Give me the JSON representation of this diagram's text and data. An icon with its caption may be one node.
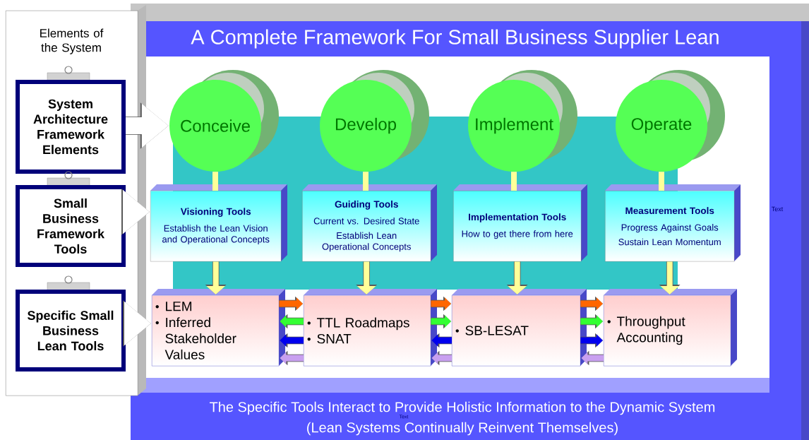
{
  "diagram": {
    "title": "A Complete Framework For Small Business Supplier Lean",
    "nodes": [
      {
        "text": [
          "Elements of the System"
        ]
      },
      {
        "text": [
          "System Architecture Framework Elements"
        ],
        "in": 0
      },
      {
        "text": [
          "Small Business Framework Tools"
        ],
        "in": 0
      },
      {
        "text": [
          "Specific Small Business Lean Tools"
        ],
        "in": 0
      },
      {
        "text": [
          "Conceive"
        ]
      },
      {
        "text": [
          "Develop"
        ]
      },
      {
        "text": [
          "Implement"
        ]
      },
      {
        "text": [
          "Operate"
        ]
      },
      {
        "text": [
          "Visioning Tools",
          "Establish the Lean Vision and Operational Concepts"
        ]
      },
      {
        "text": [
          "Guiding Tools",
          "Current vs. Desired State",
          "Establish Lean Operational Concepts"
        ]
      },
      {
        "text": [
          "Implementation Tools",
          "How to get there from here"
        ]
      },
      {
        "text": [
          "Measurement Tools",
          "Progress Against Goals",
          "Sustain Lean Momentum"
        ]
      },
      {
        "text": [
          "LEM",
          "Inferred Stakeholder Values"
        ]
      },
      {
        "text": [
          "TTL Roadmaps",
          "SNAT"
        ]
      },
      {
        "text": [
          "SB-LESAT"
        ]
      },
      {
        "text": [
          "Throughput Accounting"
        ]
      }
    ],
    "edges": [
      {
        "from": 1,
        "to": 4,
        "arrow": "to",
        "style": "thick",
        "color": "#ffffff"
      },
      {
        "from": 2,
        "to": 8,
        "arrow": "to",
        "style": "thick",
        "color": "#ffffff"
      },
      {
        "from": 3,
        "to": 12,
        "arrow": "to",
        "style": "thick",
        "color": "#ffffff"
      },
      {
        "from": 4,
        "to": 8,
        "arrow": "none",
        "color": "#ffff99"
      },
      {
        "from": 5,
        "to": 9,
        "arrow": "none",
        "color": "#ffff99"
      },
      {
        "from": 6,
        "to": 10,
        "arrow": "none",
        "color": "#ffff99"
      },
      {
        "from": 7,
        "to": 11,
        "arrow": "none",
        "color": "#ffff99"
      },
      {
        "from": 8,
        "to": 12,
        "arrow": "to",
        "color": "#ffff99"
      },
      {
        "from": 9,
        "to": 13,
        "arrow": "to",
        "color": "#ffff99"
      },
      {
        "from": 10,
        "to": 14,
        "arrow": "to",
        "color": "#ffff99"
      },
      {
        "from": 11,
        "to": 15,
        "arrow": "to",
        "color": "#ffff99"
      },
      {
        "from": 12,
        "to": 13,
        "arrow": "to",
        "color": "#ff6600"
      },
      {
        "from": 13,
        "to": 12,
        "arrow": "to",
        "color": "#33ff33"
      },
      {
        "from": 13,
        "to": 12,
        "arrow": "to",
        "color": "#0000ee"
      },
      {
        "from": 13,
        "to": 12,
        "arrow": "to",
        "color": "#c8a0f0"
      },
      {
        "from": 13,
        "to": 14,
        "arrow": "to",
        "color": "#ff6600"
      },
      {
        "from": 13,
        "to": 14,
        "arrow": "to",
        "color": "#33ff33"
      },
      {
        "from": 14,
        "to": 13,
        "arrow": "to",
        "color": "#0000ee"
      },
      {
        "from": 14,
        "to": 13,
        "arrow": "to",
        "color": "#c8a0f0"
      },
      {
        "from": 14,
        "to": 15,
        "arrow": "to",
        "color": "#ff6600"
      },
      {
        "from": 14,
        "to": 15,
        "arrow": "to",
        "color": "#33ff33"
      },
      {
        "from": 14,
        "to": 15,
        "arrow": "to",
        "color": "#0000ee"
      },
      {
        "from": 15,
        "to": 14,
        "arrow": "to",
        "color": "#c8a0f0"
      }
    ],
    "labels": [
      "Text",
      "The Specific Tools Interact to Provide Holistic Information to the Dynamic System",
      "Text",
      "(Lean Systems Continually Reinvent Themselves)"
    ]
  }
}
